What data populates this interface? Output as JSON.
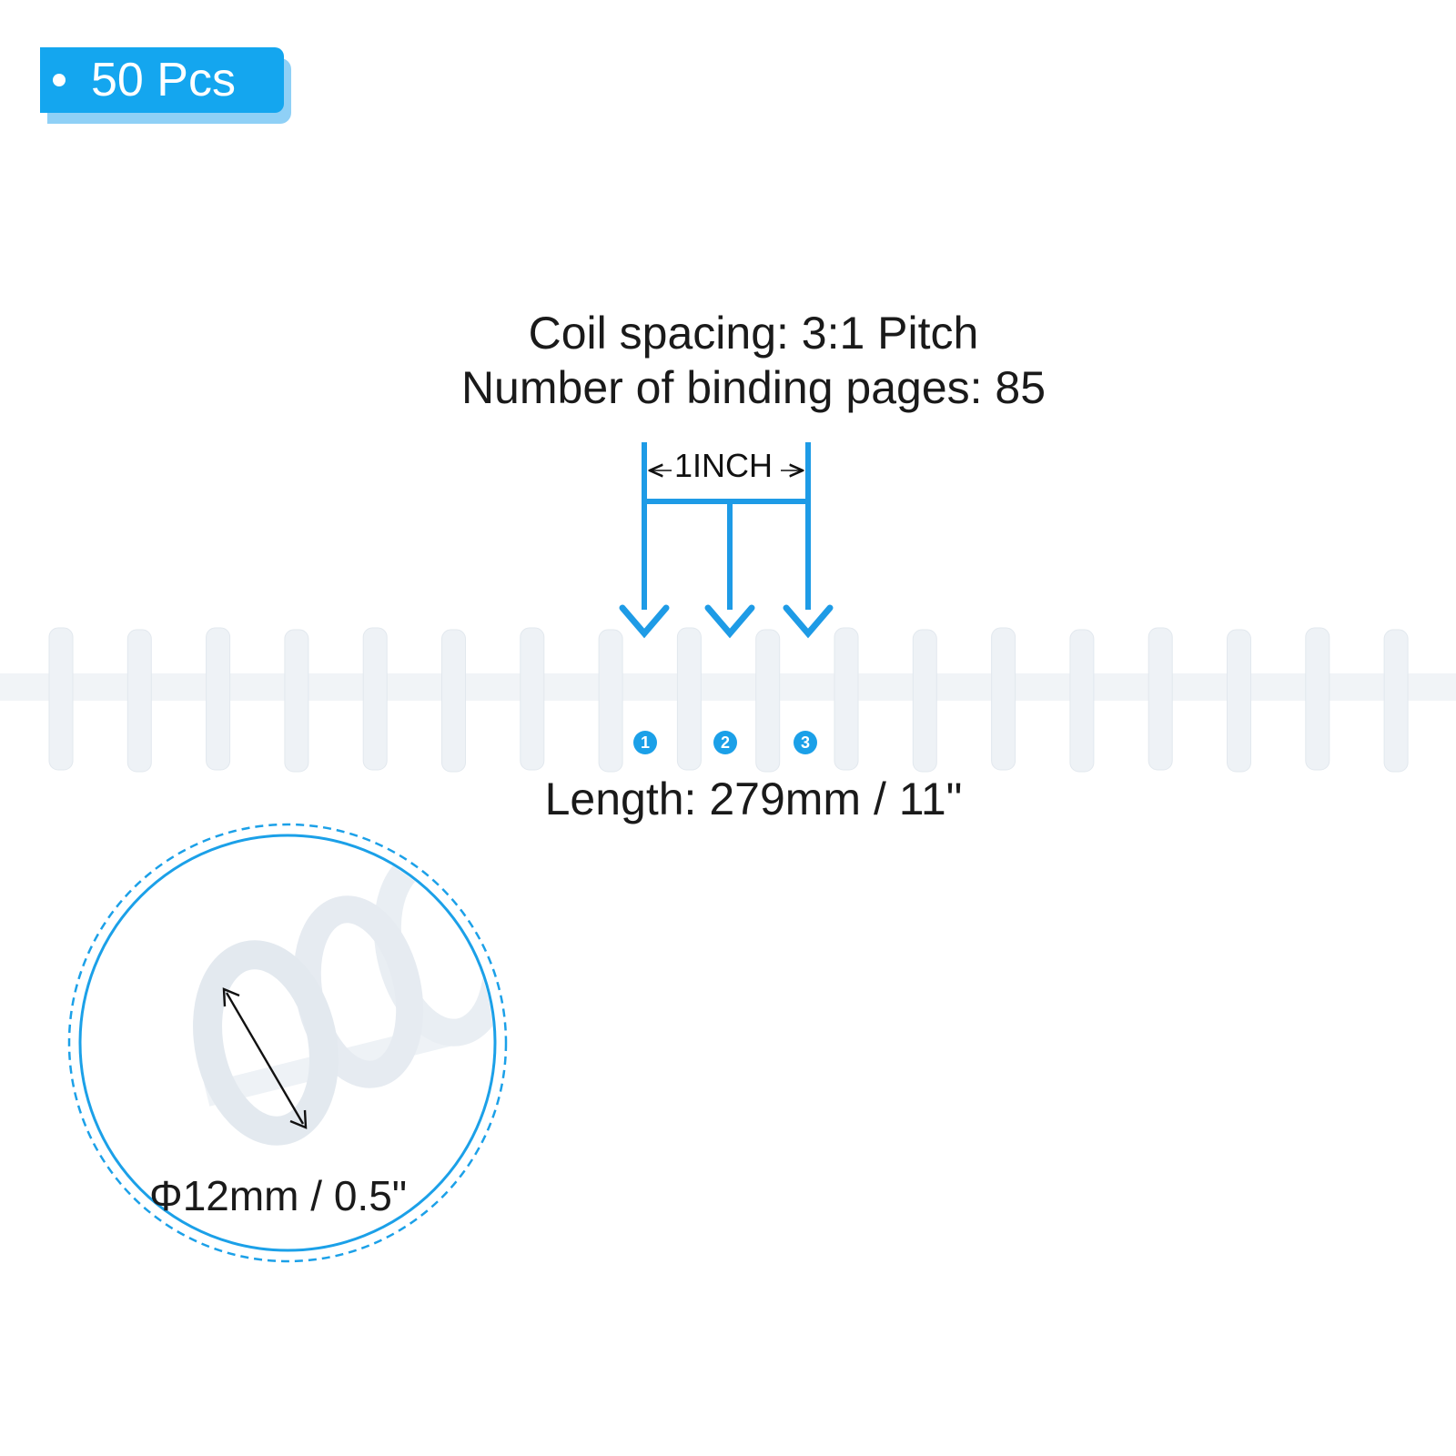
{
  "badge": {
    "quantity_label": "50 Pcs"
  },
  "specs": {
    "coil_spacing": "Coil spacing: 3:1 Pitch",
    "binding_pages": "Number of binding pages: 85",
    "pitch_measure": "1INCH",
    "length": "Length: 279mm / 11\"",
    "diameter": "Φ12mm / 0.5\""
  },
  "coil_markers": [
    "1",
    "2",
    "3"
  ],
  "colors": {
    "accent": "#14a6ef",
    "accent_light": "#8fd0f6",
    "arrow": "#1e9be6",
    "coil": "#eef2f6"
  },
  "icons": {
    "badge_bullet": "bullet-dot-icon",
    "pitch_arrows": "down-arrow-icon",
    "diameter": "double-arrow-icon"
  }
}
